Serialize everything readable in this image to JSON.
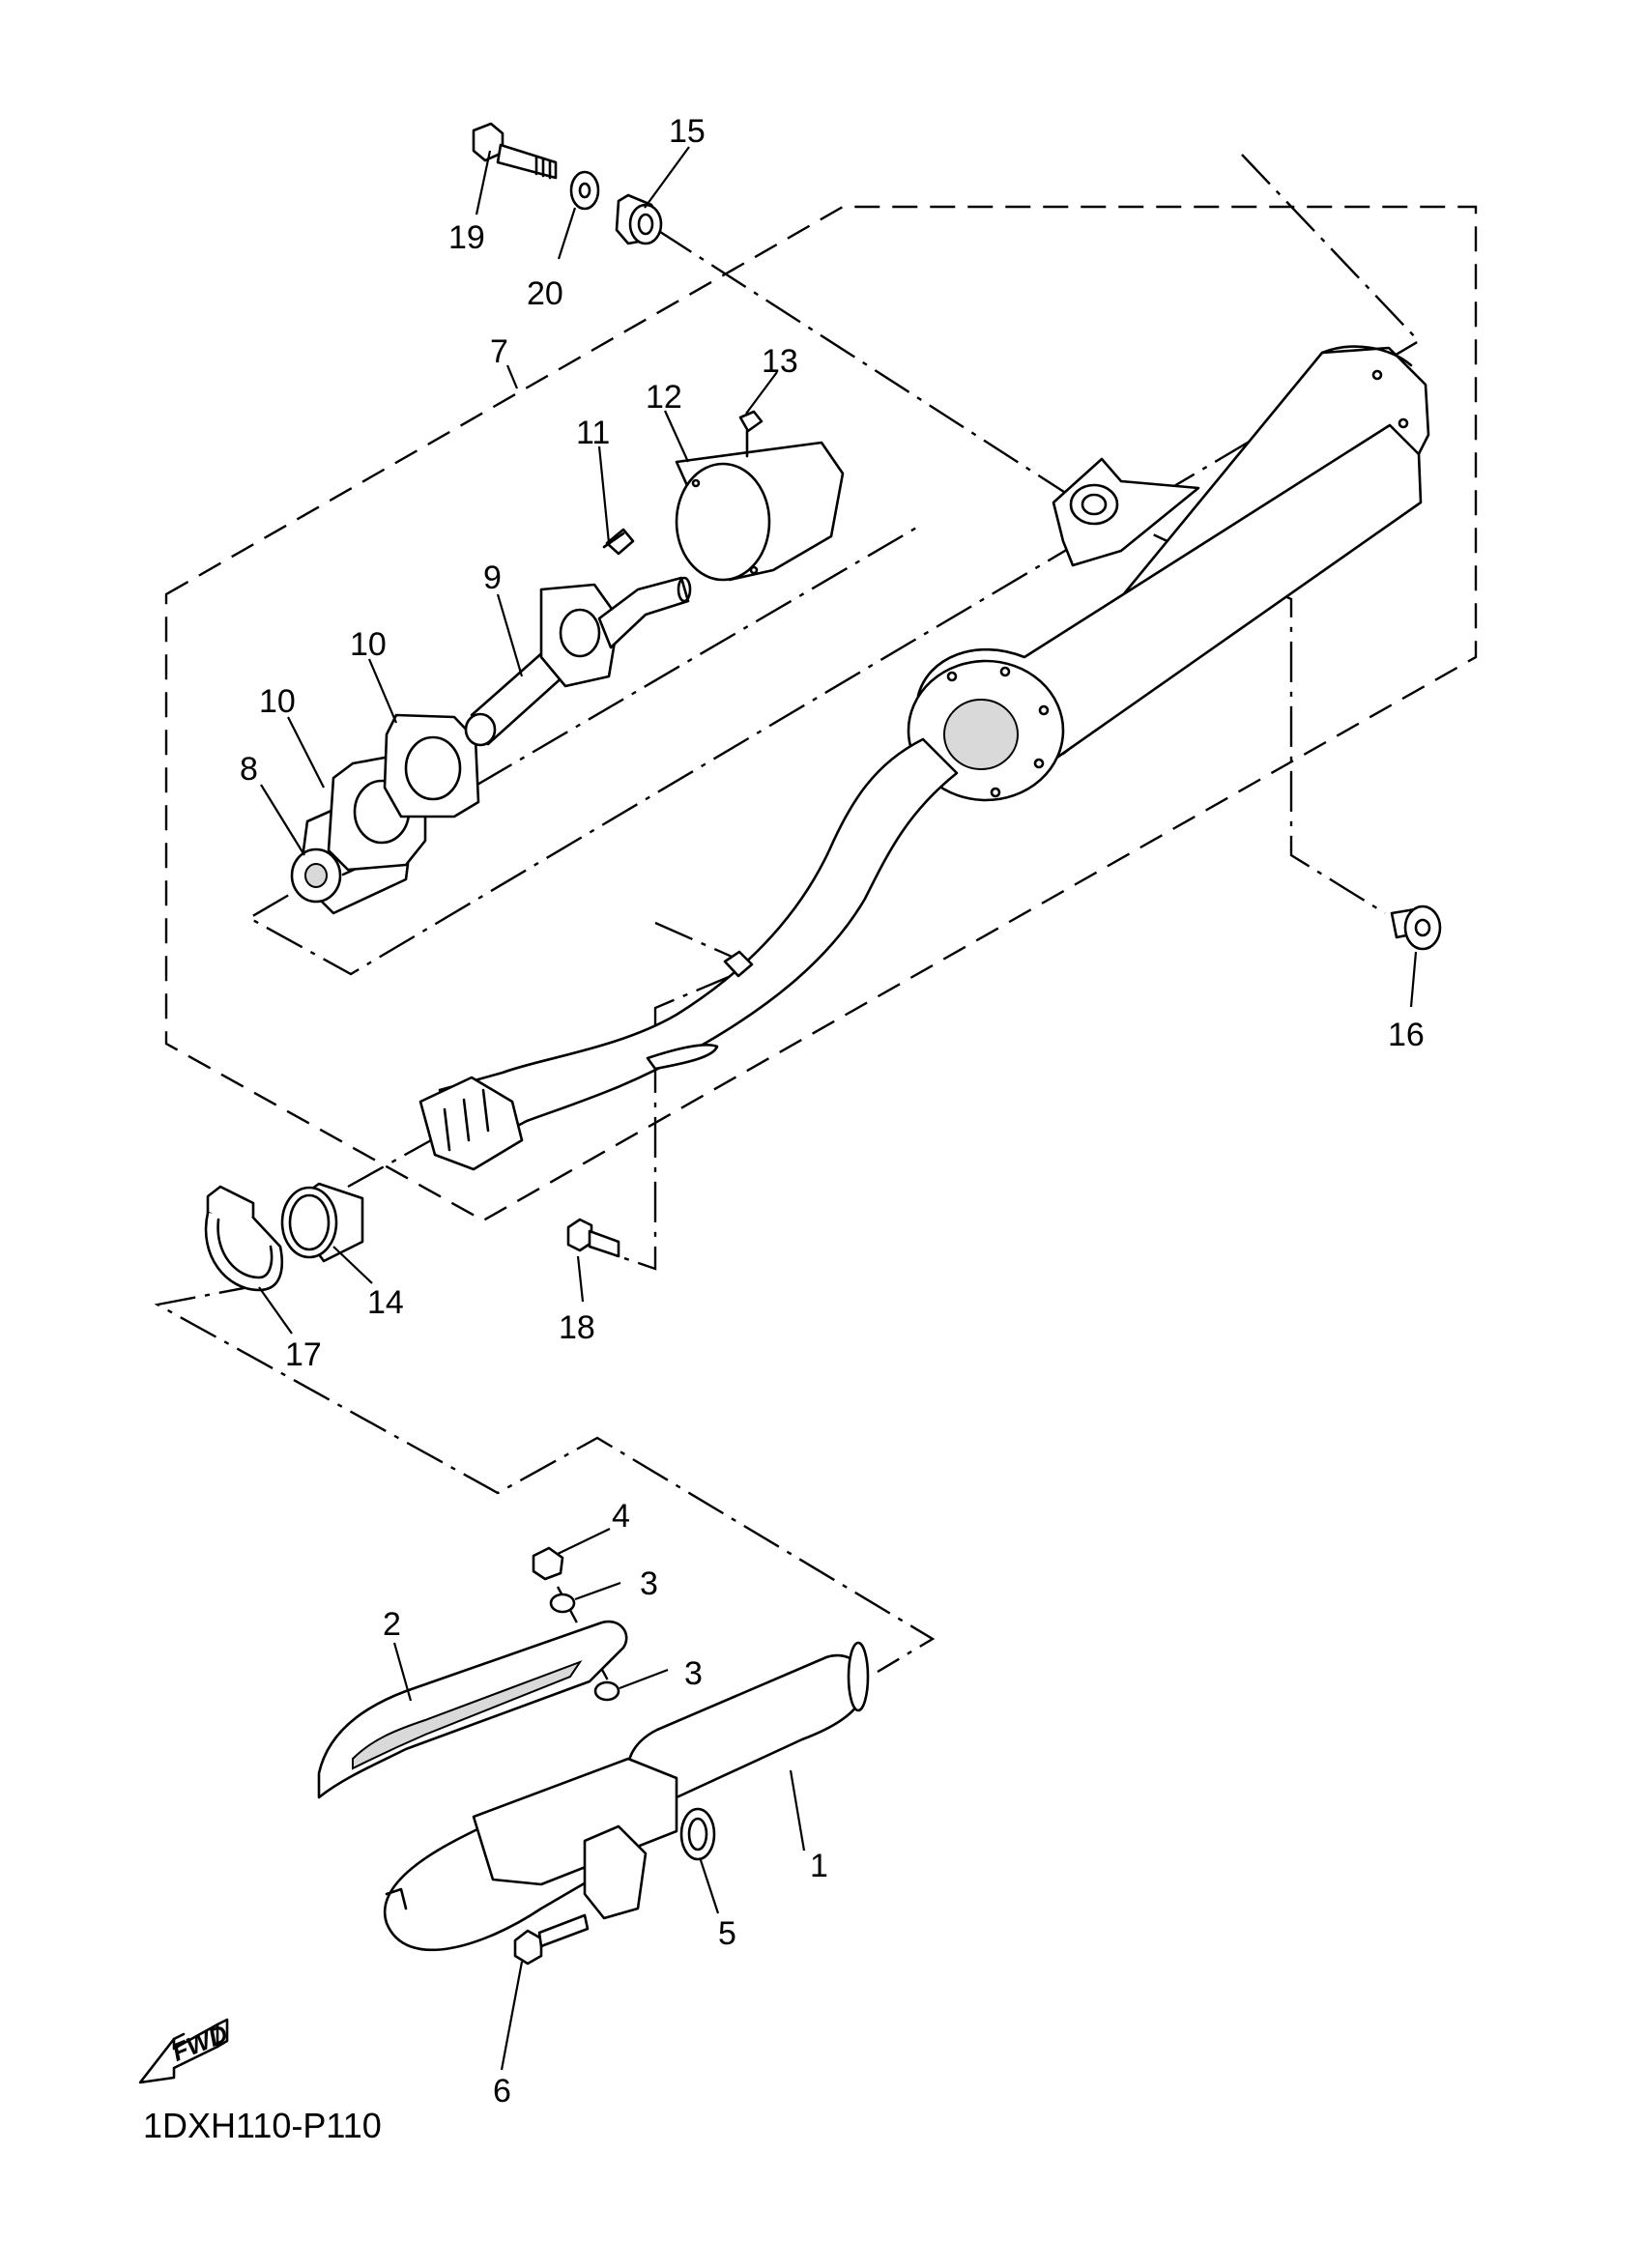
{
  "diagram_code": "1DXH110-P110",
  "forward_label": "FWD",
  "callouts": [
    {
      "id": "c1",
      "label": "1"
    },
    {
      "id": "c2",
      "label": "2"
    },
    {
      "id": "c3a",
      "label": "3"
    },
    {
      "id": "c3b",
      "label": "3"
    },
    {
      "id": "c4",
      "label": "4"
    },
    {
      "id": "c5",
      "label": "5"
    },
    {
      "id": "c6",
      "label": "6"
    },
    {
      "id": "c7",
      "label": "7"
    },
    {
      "id": "c8",
      "label": "8"
    },
    {
      "id": "c9",
      "label": "9"
    },
    {
      "id": "c10a",
      "label": "10"
    },
    {
      "id": "c10b",
      "label": "10"
    },
    {
      "id": "c11",
      "label": "11"
    },
    {
      "id": "c12",
      "label": "12"
    },
    {
      "id": "c13",
      "label": "13"
    },
    {
      "id": "c14",
      "label": "14"
    },
    {
      "id": "c15",
      "label": "15"
    },
    {
      "id": "c16",
      "label": "16"
    },
    {
      "id": "c17",
      "label": "17"
    },
    {
      "id": "c18",
      "label": "18"
    },
    {
      "id": "c19",
      "label": "19"
    },
    {
      "id": "c20",
      "label": "20"
    }
  ]
}
